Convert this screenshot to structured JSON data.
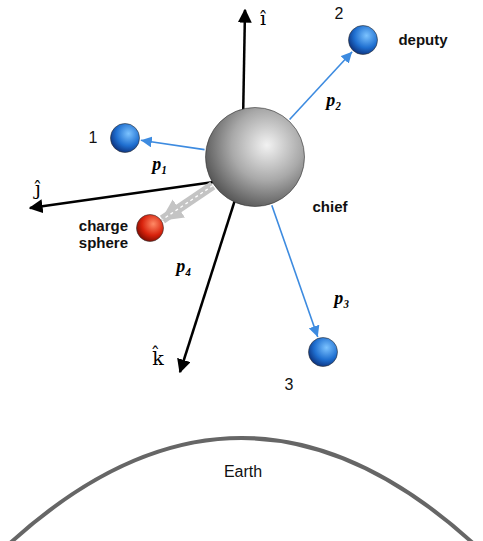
{
  "diagram": {
    "nodes": [
      {
        "text": [
          "chief"
        ]
      },
      {
        "text": [
          "1"
        ]
      },
      {
        "text": [
          "2",
          "deputy"
        ]
      },
      {
        "text": [
          "3"
        ]
      },
      {
        "text": [
          "charge sphere"
        ]
      },
      {
        "text": [
          "Earth"
        ]
      }
    ],
    "edges": [
      {
        "from": 0,
        "to": 1,
        "arrow": "to",
        "label": "p₁"
      },
      {
        "from": 0,
        "to": 2,
        "arrow": "to",
        "label": "p₂"
      },
      {
        "from": 0,
        "to": 3,
        "arrow": "to",
        "label": "p₃"
      },
      {
        "from": 0,
        "to": 4,
        "arrow": "to",
        "label": "p₄"
      }
    ],
    "labels": [
      "î",
      "ĵ",
      "k̂"
    ]
  }
}
